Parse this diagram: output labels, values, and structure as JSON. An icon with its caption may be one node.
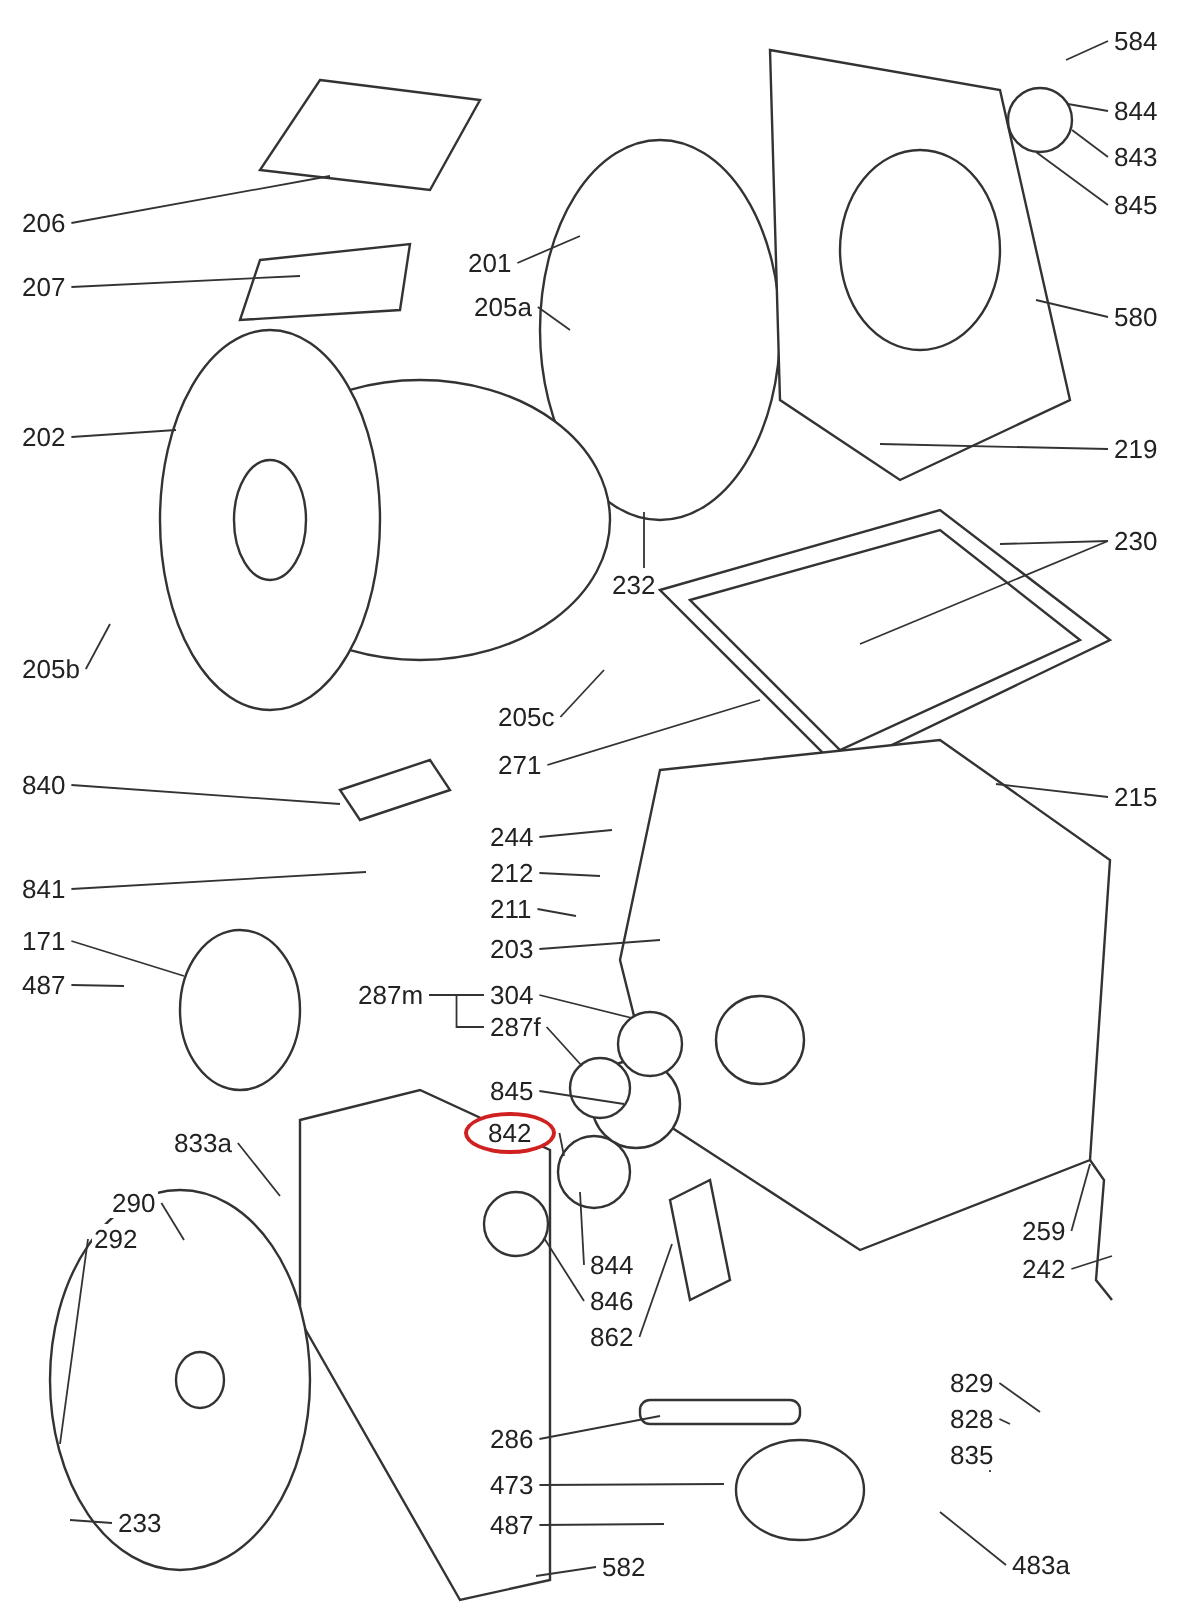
{
  "diagram": {
    "nodes": [
      {
        "text": [
          "584"
        ]
      },
      {
        "text": [
          "844"
        ]
      },
      {
        "text": [
          "843"
        ]
      },
      {
        "text": [
          "845"
        ]
      },
      {
        "text": [
          "206"
        ]
      },
      {
        "text": [
          "580"
        ]
      },
      {
        "text": [
          "207"
        ]
      },
      {
        "text": [
          "201"
        ]
      },
      {
        "text": [
          "205a"
        ]
      },
      {
        "text": [
          "202"
        ]
      },
      {
        "text": [
          "219"
        ]
      },
      {
        "text": [
          "232"
        ]
      },
      {
        "text": [
          "230"
        ]
      },
      {
        "text": [
          "205b"
        ]
      },
      {
        "text": [
          "205c"
        ]
      },
      {
        "text": [
          "271"
        ]
      },
      {
        "text": [
          "215"
        ]
      },
      {
        "text": [
          "840"
        ]
      },
      {
        "text": [
          "841"
        ]
      },
      {
        "text": [
          "244"
        ]
      },
      {
        "text": [
          "212"
        ]
      },
      {
        "text": [
          "211"
        ]
      },
      {
        "text": [
          "203"
        ]
      },
      {
        "text": [
          "171"
        ]
      },
      {
        "text": [
          "487"
        ]
      },
      {
        "text": [
          "287m"
        ]
      },
      {
        "text": [
          "304"
        ]
      },
      {
        "text": [
          "287f"
        ]
      },
      {
        "text": [
          "845"
        ]
      },
      {
        "text": [
          "842"
        ]
      },
      {
        "text": [
          "833a"
        ]
      },
      {
        "text": [
          "290"
        ]
      },
      {
        "text": [
          "292"
        ]
      },
      {
        "text": [
          "844"
        ]
      },
      {
        "text": [
          "846"
        ]
      },
      {
        "text": [
          "862"
        ]
      },
      {
        "text": [
          "259"
        ]
      },
      {
        "text": [
          "242"
        ]
      },
      {
        "text": [
          "829"
        ]
      },
      {
        "text": [
          "828"
        ]
      },
      {
        "text": [
          "835"
        ]
      },
      {
        "text": [
          "286"
        ]
      },
      {
        "text": [
          "473"
        ]
      },
      {
        "text": [
          "487"
        ]
      },
      {
        "text": [
          "483a"
        ]
      },
      {
        "text": [
          "233"
        ]
      },
      {
        "text": [
          "582"
        ]
      }
    ],
    "edges": [
      {
        "from": 0,
        "to": null,
        "arrow": "none"
      },
      {
        "from": 1,
        "to": null,
        "arrow": "none"
      },
      {
        "from": 2,
        "to": null,
        "arrow": "none"
      },
      {
        "from": 3,
        "to": null,
        "arrow": "none"
      },
      {
        "from": 4,
        "to": null,
        "arrow": "none"
      },
      {
        "from": 5,
        "to": null,
        "arrow": "none"
      },
      {
        "from": 6,
        "to": null,
        "arrow": "none"
      },
      {
        "from": 7,
        "to": null,
        "arrow": "none"
      },
      {
        "from": 8,
        "to": null,
        "arrow": "none"
      },
      {
        "from": 9,
        "to": null,
        "arrow": "none"
      },
      {
        "from": 10,
        "to": null,
        "arrow": "none"
      },
      {
        "from": 11,
        "to": null,
        "arrow": "none"
      },
      {
        "from": 12,
        "to": null,
        "arrow": "none"
      },
      {
        "from": 12,
        "to": null,
        "arrow": "none"
      },
      {
        "from": 13,
        "to": null,
        "arrow": "none"
      },
      {
        "from": 14,
        "to": null,
        "arrow": "none"
      },
      {
        "from": 15,
        "to": null,
        "arrow": "none"
      },
      {
        "from": 16,
        "to": null,
        "arrow": "none"
      },
      {
        "from": 17,
        "to": null,
        "arrow": "none"
      },
      {
        "from": 18,
        "to": null,
        "arrow": "none"
      },
      {
        "from": 19,
        "to": null,
        "arrow": "none"
      },
      {
        "from": 20,
        "to": null,
        "arrow": "none"
      },
      {
        "from": 21,
        "to": null,
        "arrow": "none"
      },
      {
        "from": 22,
        "to": null,
        "arrow": "none"
      },
      {
        "from": 23,
        "to": null,
        "arrow": "none"
      },
      {
        "from": 24,
        "to": null,
        "arrow": "none"
      },
      {
        "from": 25,
        "to": 26,
        "arrow": "none"
      },
      {
        "from": 25,
        "to": 27,
        "arrow": "none"
      },
      {
        "from": 26,
        "to": null,
        "arrow": "none"
      },
      {
        "from": 27,
        "to": null,
        "arrow": "none"
      },
      {
        "from": 28,
        "to": null,
        "arrow": "none"
      },
      {
        "from": 29,
        "to": null,
        "arrow": "none"
      },
      {
        "from": 30,
        "to": null,
        "arrow": "none"
      },
      {
        "from": 31,
        "to": null,
        "arrow": "none"
      },
      {
        "from": 32,
        "to": null,
        "arrow": "none"
      },
      {
        "from": 33,
        "to": null,
        "arrow": "none"
      },
      {
        "from": 34,
        "to": null,
        "arrow": "none"
      },
      {
        "from": 35,
        "to": null,
        "arrow": "none"
      },
      {
        "from": 36,
        "to": null,
        "arrow": "none"
      },
      {
        "from": 37,
        "to": null,
        "arrow": "none"
      },
      {
        "from": 38,
        "to": null,
        "arrow": "none"
      },
      {
        "from": 39,
        "to": null,
        "arrow": "none"
      },
      {
        "from": 40,
        "to": null,
        "arrow": "none"
      },
      {
        "from": 41,
        "to": null,
        "arrow": "none"
      },
      {
        "from": 42,
        "to": null,
        "arrow": "none"
      },
      {
        "from": 43,
        "to": null,
        "arrow": "none"
      },
      {
        "from": 44,
        "to": null,
        "arrow": "none"
      },
      {
        "from": 45,
        "to": null,
        "arrow": "none"
      },
      {
        "from": 46,
        "to": null,
        "arrow": "none"
      }
    ]
  }
}
